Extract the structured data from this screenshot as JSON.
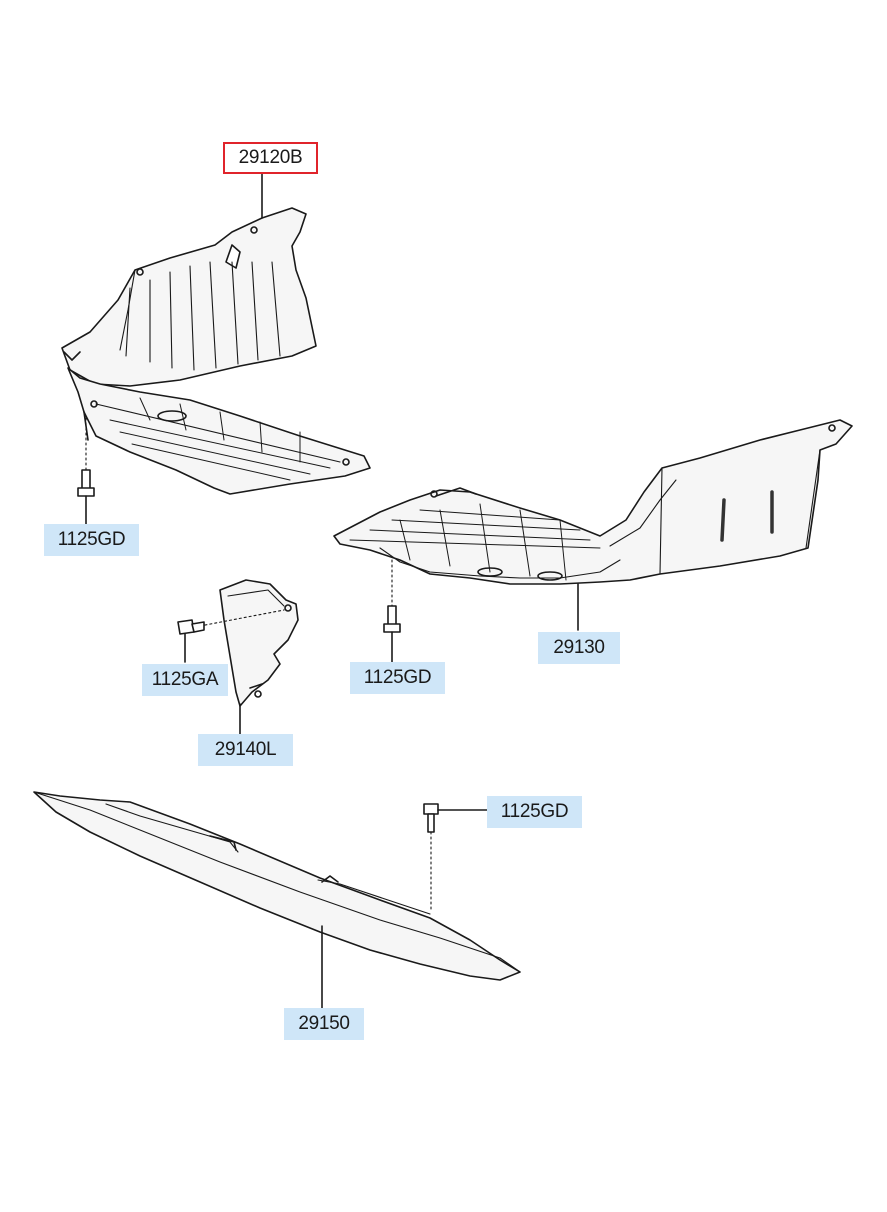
{
  "parts": [
    {
      "id": "part-29120B",
      "number": "29120B",
      "selected": true
    },
    {
      "id": "part-1125GD-a",
      "number": "1125GD",
      "selected": false
    },
    {
      "id": "part-29130",
      "number": "29130",
      "selected": false
    },
    {
      "id": "part-1125GA",
      "number": "1125GA",
      "selected": false
    },
    {
      "id": "part-1125GD-b",
      "number": "1125GD",
      "selected": false
    },
    {
      "id": "part-29140L",
      "number": "29140L",
      "selected": false
    },
    {
      "id": "part-1125GD-c",
      "number": "1125GD",
      "selected": false
    },
    {
      "id": "part-29150",
      "number": "29150",
      "selected": false
    }
  ],
  "colors": {
    "label_bg": "#cfe6f8",
    "selected_border": "#e0242b",
    "line": "#1a1a1a",
    "part_fill": "#f6f6f6",
    "part_shade": "#dcdcdc"
  }
}
